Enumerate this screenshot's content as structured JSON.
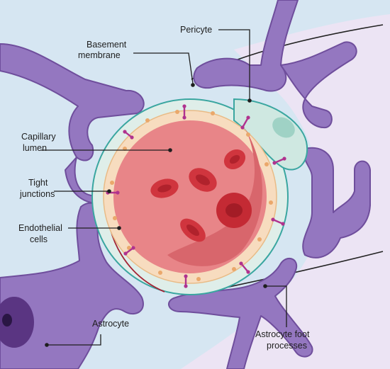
{
  "labels": {
    "pericyte": "Pericyte",
    "basement_membrane": [
      "Basement",
      "membrane"
    ],
    "capillary_lumen": [
      "Capillary",
      "lumen"
    ],
    "tight_junctions": [
      "Tight",
      "junctions"
    ],
    "endothelial_cells": [
      "Endothelial",
      "cells"
    ],
    "astrocyte": "Astrocyte",
    "astrocyte_foot_processes": [
      "Astrocyte foot",
      "processes"
    ]
  },
  "colors": {
    "background": "#d6e6f2",
    "astrocyte_fill": "#9477c0",
    "astrocyte_stroke": "#6f4e9c",
    "astrocyte_nucleus": "#5a3582",
    "foot_region": "#ece4f4",
    "basement_membrane_ring": "#3aa6a0",
    "pericyte_fill": "#cfe8e1",
    "endothelial_fill": "#f7dcbf",
    "lumen_fill": "#e88588",
    "lumen_shadow": "#d8666c",
    "red_blood_cell": "#d0353e",
    "tight_junction": "#b0328e",
    "leader_line": "#1e1e1e"
  }
}
